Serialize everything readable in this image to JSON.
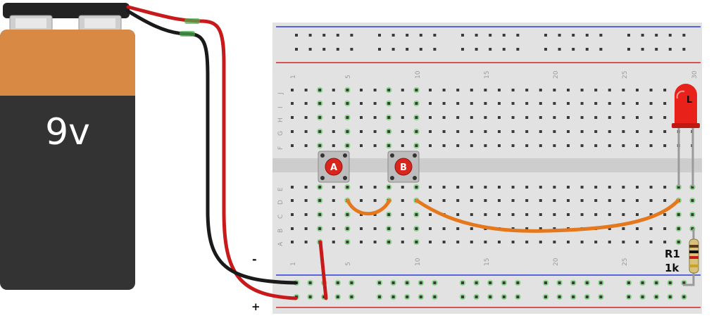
{
  "battery": {
    "voltage_label": "9v",
    "colors": {
      "top": "#d88a45",
      "bottom": "#333333",
      "cap": "#222222",
      "terminal": "#cfcfcf"
    }
  },
  "breadboard": {
    "column_numbers": [
      "1",
      "5",
      "10",
      "15",
      "20",
      "25",
      "30"
    ],
    "row_letters_top": [
      "J",
      "I",
      "H",
      "G",
      "F"
    ],
    "row_letters_bottom": [
      "E",
      "D",
      "C",
      "B",
      "A"
    ],
    "colors": {
      "body": "#e2e2e2",
      "hole": "#3a3a3a",
      "active_hole": "#7fd27f",
      "rail_blue": "#2b3bd6",
      "rail_red": "#d22424"
    }
  },
  "buttons": [
    {
      "label": "A"
    },
    {
      "label": "B"
    }
  ],
  "led": {
    "label": "L",
    "color": "#e8221b"
  },
  "resistor": {
    "name": "R1",
    "value": "1k"
  },
  "power_labels": {
    "negative": "-",
    "positive": "+"
  },
  "wires": {
    "colors": {
      "red": "#c81a1a",
      "black": "#1a1a1a",
      "orange": "#e5781c"
    }
  }
}
